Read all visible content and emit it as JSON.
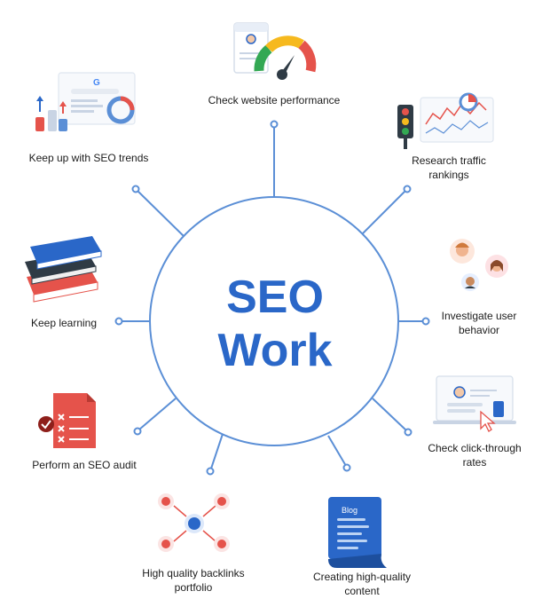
{
  "center": {
    "line1": "SEO",
    "line2": "Work"
  },
  "items": [
    {
      "id": "performance",
      "label_lines": [
        "Check website performance"
      ],
      "icon": "speedometer-icon"
    },
    {
      "id": "traffic",
      "label_lines": [
        "Research traffic",
        "rankings"
      ],
      "icon": "traffic-chart-icon"
    },
    {
      "id": "behavior",
      "label_lines": [
        "Investigate user",
        "behavior"
      ],
      "icon": "users-avatars-icon"
    },
    {
      "id": "ctr",
      "label_lines": [
        "Check click-through",
        "rates"
      ],
      "icon": "click-cursor-icon"
    },
    {
      "id": "content",
      "label_lines": [
        "Creating high-quality",
        "content"
      ],
      "icon": "blog-scroll-icon",
      "icon_text": "Blog"
    },
    {
      "id": "backlinks",
      "label_lines": [
        "High quality backlinks",
        "portfolio"
      ],
      "icon": "backlinks-network-icon"
    },
    {
      "id": "audit",
      "label_lines": [
        "Perform an SEO audit"
      ],
      "icon": "audit-checklist-icon"
    },
    {
      "id": "learning",
      "label_lines": [
        "Keep learning"
      ],
      "icon": "books-icon"
    },
    {
      "id": "trends",
      "label_lines": [
        "Keep up with SEO trends"
      ],
      "icon": "google-trends-icon",
      "icon_text": "G"
    }
  ],
  "colors": {
    "accent": "#2a67c8",
    "line": "#5b8fd6",
    "red": "#e5534b",
    "yellow": "#f6b91e",
    "green": "#33a853",
    "dark": "#2f3b45"
  }
}
